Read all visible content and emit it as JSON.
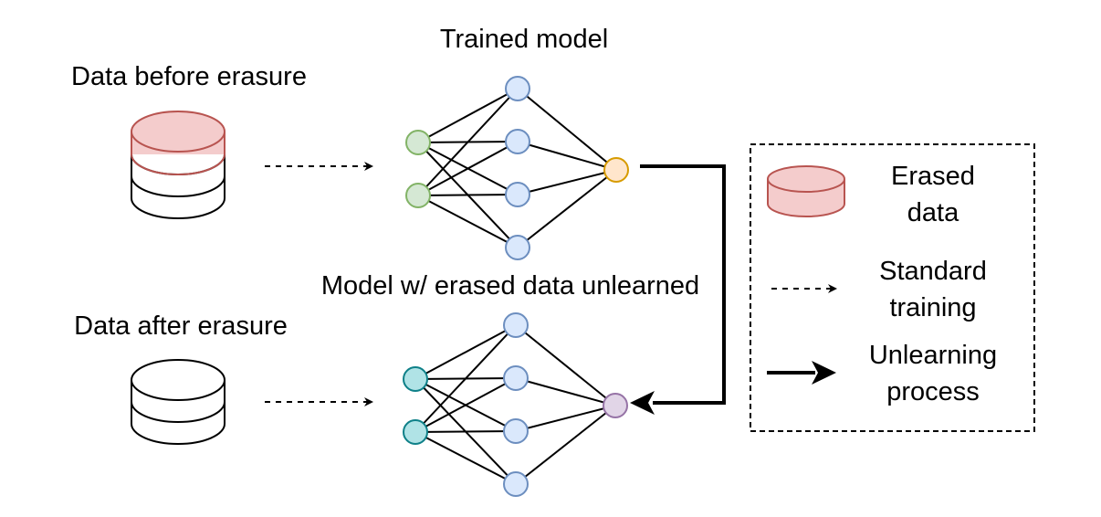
{
  "labels": {
    "data_before": "Data before erasure",
    "data_after": "Data after erasure",
    "trained_model": "Trained model",
    "unlearned_model": "Model w/ erased data unlearned"
  },
  "legend": {
    "erased_data_line1": "Erased",
    "erased_data_line2": "data",
    "standard_training_line1": "Standard",
    "standard_training_line2": "training",
    "unlearning_line1": "Unlearning",
    "unlearning_line2": "process"
  },
  "colors": {
    "erased_fill": "#f4cccc",
    "erased_stroke": "#b85450",
    "input_trained_fill": "#d5e8d4",
    "input_trained_stroke": "#82b366",
    "input_unlearned_fill": "#b0e3e6",
    "input_unlearned_stroke": "#0e8088",
    "hidden_fill": "#dae8fc",
    "hidden_stroke": "#6c8ebf",
    "output_trained_fill": "#ffe6cc",
    "output_trained_stroke": "#d79b00",
    "output_unlearned_fill": "#e1d5e7",
    "output_unlearned_stroke": "#9673a6"
  }
}
